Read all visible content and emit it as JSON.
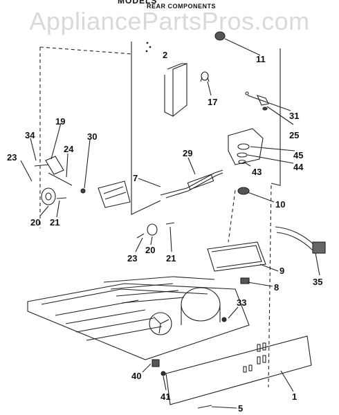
{
  "header": {
    "model_line": "MODELS",
    "section_title": "REAR COMPONENTS"
  },
  "watermark": "AppliancePartsPros.com",
  "callouts": {
    "c1": "1",
    "c2": "2",
    "c5": "5",
    "c7": "7",
    "c8": "8",
    "c9": "9",
    "c10": "10",
    "c11": "11",
    "c17": "17",
    "c19": "19",
    "c20a": "20",
    "c20b": "20",
    "c21a": "21",
    "c21b": "21",
    "c23a": "23",
    "c23b": "23",
    "c24": "24",
    "c25": "25",
    "c29": "29",
    "c30": "30",
    "c31": "31",
    "c33": "33",
    "c34": "34",
    "c35": "35",
    "c40": "40",
    "c41": "41",
    "c43": "43",
    "c44": "44",
    "c45": "45"
  }
}
